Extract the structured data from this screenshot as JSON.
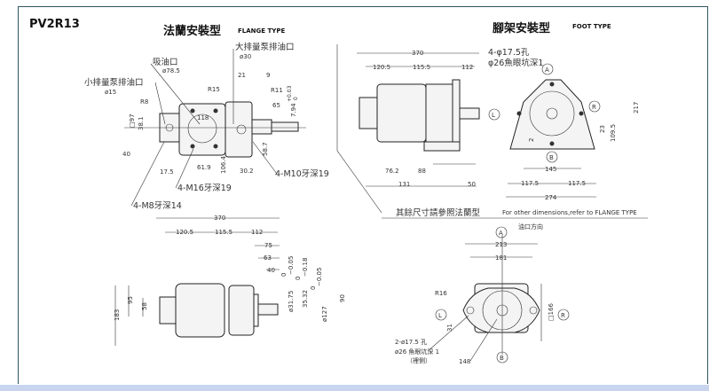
{
  "model": "PV2R13",
  "flange": {
    "title_cn": "法蘭安裝型",
    "title_en": "FLANGE TYPE",
    "large_outlet": "大排量泵排油口",
    "large_outlet_dia": "ø30",
    "suction": "吸油口",
    "suction_dia": "ø78.5",
    "small_outlet": "小排量泵排油口",
    "small_outlet_dia": "ø15",
    "dims": {
      "r8": "R8",
      "r15": "R15",
      "d21": "21",
      "d9": "9",
      "r11": "R11",
      "d65": "65",
      "d794": "7.94",
      "tol_up": "+0.03",
      "tol_lo": "0",
      "d97": "□97",
      "d381": "38.1",
      "d40": "40",
      "d118": "118",
      "d619": "61.9",
      "d1064": "106.4",
      "d302": "30.2",
      "d587": "58.7",
      "d175": "17.5"
    },
    "m10": "4-M10牙深19",
    "m16": "4-M16牙深19",
    "m8": "4-M8牙深14"
  },
  "foot": {
    "title_cn": "腳架安裝型",
    "title_en": "FOOT TYPE",
    "hole": "4-φ17.5孔",
    "counterbore": "φ26魚眼坑深1",
    "ports": {
      "a": "A",
      "b": "B",
      "l": "L",
      "r": "R"
    },
    "dims": {
      "d370": "370",
      "d1205": "120.5",
      "d1155": "115.5",
      "d112": "112",
      "d2": "2",
      "d23": "23",
      "d1095": "109.5",
      "d217": "217",
      "d145": "145",
      "d762": "76.2",
      "d88": "88",
      "d131": "131",
      "d50": "50",
      "d1175a": "117.5",
      "d1175b": "117.5",
      "d274": "274"
    },
    "note_cn": "其餘尺寸請參照法蘭型",
    "note_en": "For other dimensions,refer to FLANGE TYPE"
  },
  "side": {
    "dims": {
      "d370": "370",
      "d1205": "120.5",
      "d1155": "115.5",
      "d112": "112",
      "d75": "75",
      "d63": "63",
      "d40": "40",
      "t1": "0",
      "t2": "−0.05",
      "d3175": "ø31.75",
      "t3": "0",
      "t4": "−0.18",
      "d3532": "35.32",
      "t5": "0",
      "t6": "−0.05",
      "d127": "ø127",
      "d90": "90",
      "d183": "183",
      "d95": "95",
      "d58": "58"
    }
  },
  "front": {
    "port_dir": "油口方向",
    "ports": {
      "a": "A",
      "b": "B",
      "l": "L",
      "r": "R"
    },
    "dims": {
      "d213": "213",
      "d181": "181",
      "r16": "R16",
      "d31": "31",
      "d166": "□166",
      "d148": "148"
    },
    "hole": "2-ø17.5 孔",
    "counterbore": "ø26 魚眼坑深 1",
    "side_note": "（裡側）"
  }
}
